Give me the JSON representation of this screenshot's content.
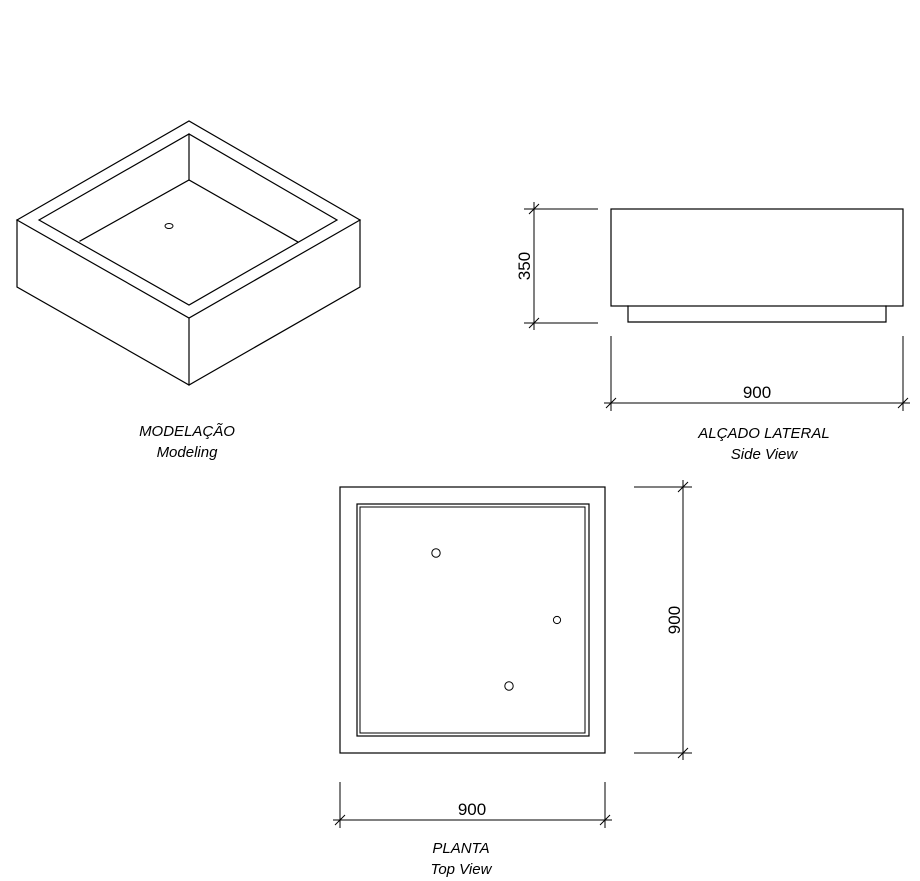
{
  "colors": {
    "ink": "#000000",
    "paper": "#ffffff"
  },
  "captions": {
    "modeling": {
      "pt": "MODELAÇÃO",
      "en": "Modeling"
    },
    "side_view": {
      "pt": "ALÇADO LATERAL",
      "en": "Side View"
    },
    "top_view": {
      "pt": "PLANTA",
      "en": "Top View"
    }
  },
  "dimensions": {
    "side_height": "350",
    "side_width": "900",
    "top_depth": "900",
    "top_width": "900"
  }
}
